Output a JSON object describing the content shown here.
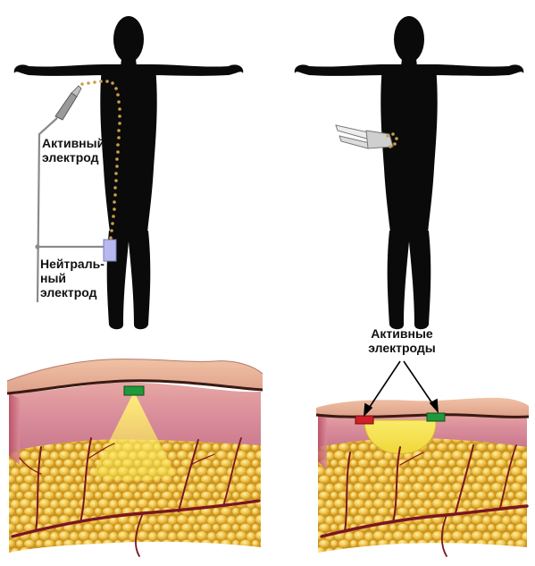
{
  "labels": {
    "active_electrode": [
      "Активный",
      "электрод"
    ],
    "neutral_electrode": [
      "Нейтраль-",
      "ный",
      "электрод"
    ],
    "active_electrodes": [
      "Активные",
      "электроды"
    ]
  },
  "colors": {
    "silhouette": "#0a0a0a",
    "skin_top": "#e2a98e",
    "skin_edge": "#3a1a14",
    "dermis": "#d98c9a",
    "fat": "#f0c34a",
    "fat_dark": "#c99422",
    "vessel": "#7a1622",
    "active_green": "#1f9a3a",
    "passive_red": "#d0202a",
    "energy_yellow": "#f6e24a",
    "cable": "#8a8a8a",
    "current_dots": "#c8a050",
    "neutral_pad": "#b8b8f0"
  },
  "panels": {
    "monopolar": {
      "diagram_type": "monopolar",
      "icon": "human-silhouette-monopolar"
    },
    "bipolar": {
      "diagram_type": "bipolar",
      "icon": "human-silhouette-bipolar"
    }
  }
}
